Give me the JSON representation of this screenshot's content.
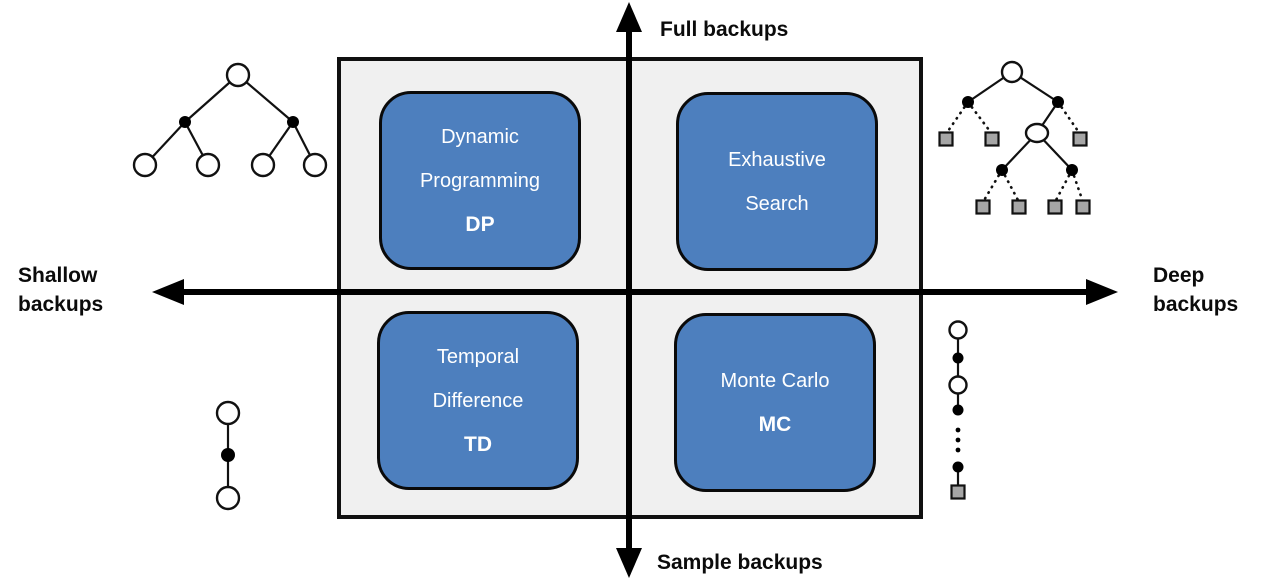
{
  "axes": {
    "top_label": "Full backups",
    "bottom_label": "Sample backups",
    "left": {
      "line1": "Shallow",
      "line2": "backups"
    },
    "right": {
      "line1": "Deep",
      "line2": "backups"
    }
  },
  "quadrants": {
    "dp": {
      "line1": "Dynamic",
      "line2": "Programming",
      "abbr": "DP"
    },
    "exhaustive": {
      "line1": "Exhaustive",
      "line2": "Search",
      "abbr": ""
    },
    "td": {
      "line1": "Temporal",
      "line2": "Difference",
      "abbr": "TD"
    },
    "mc": {
      "line1": "Monte Carlo",
      "line2": "",
      "abbr": "MC"
    }
  },
  "icons": {
    "top_left": "dp-full-shallow-backup-tree",
    "top_right": "exhaustive-full-deep-backup-tree",
    "bottom_left": "td-sample-shallow-backup-chain",
    "bottom_right": "mc-sample-deep-backup-chain"
  },
  "colors": {
    "quadrant_fill": "#4d7fbe",
    "quadrant_text": "#ffffff",
    "panel_fill": "#f0f0f0",
    "line": "#000000",
    "leaf_square_fill": "#a6a6a6"
  }
}
